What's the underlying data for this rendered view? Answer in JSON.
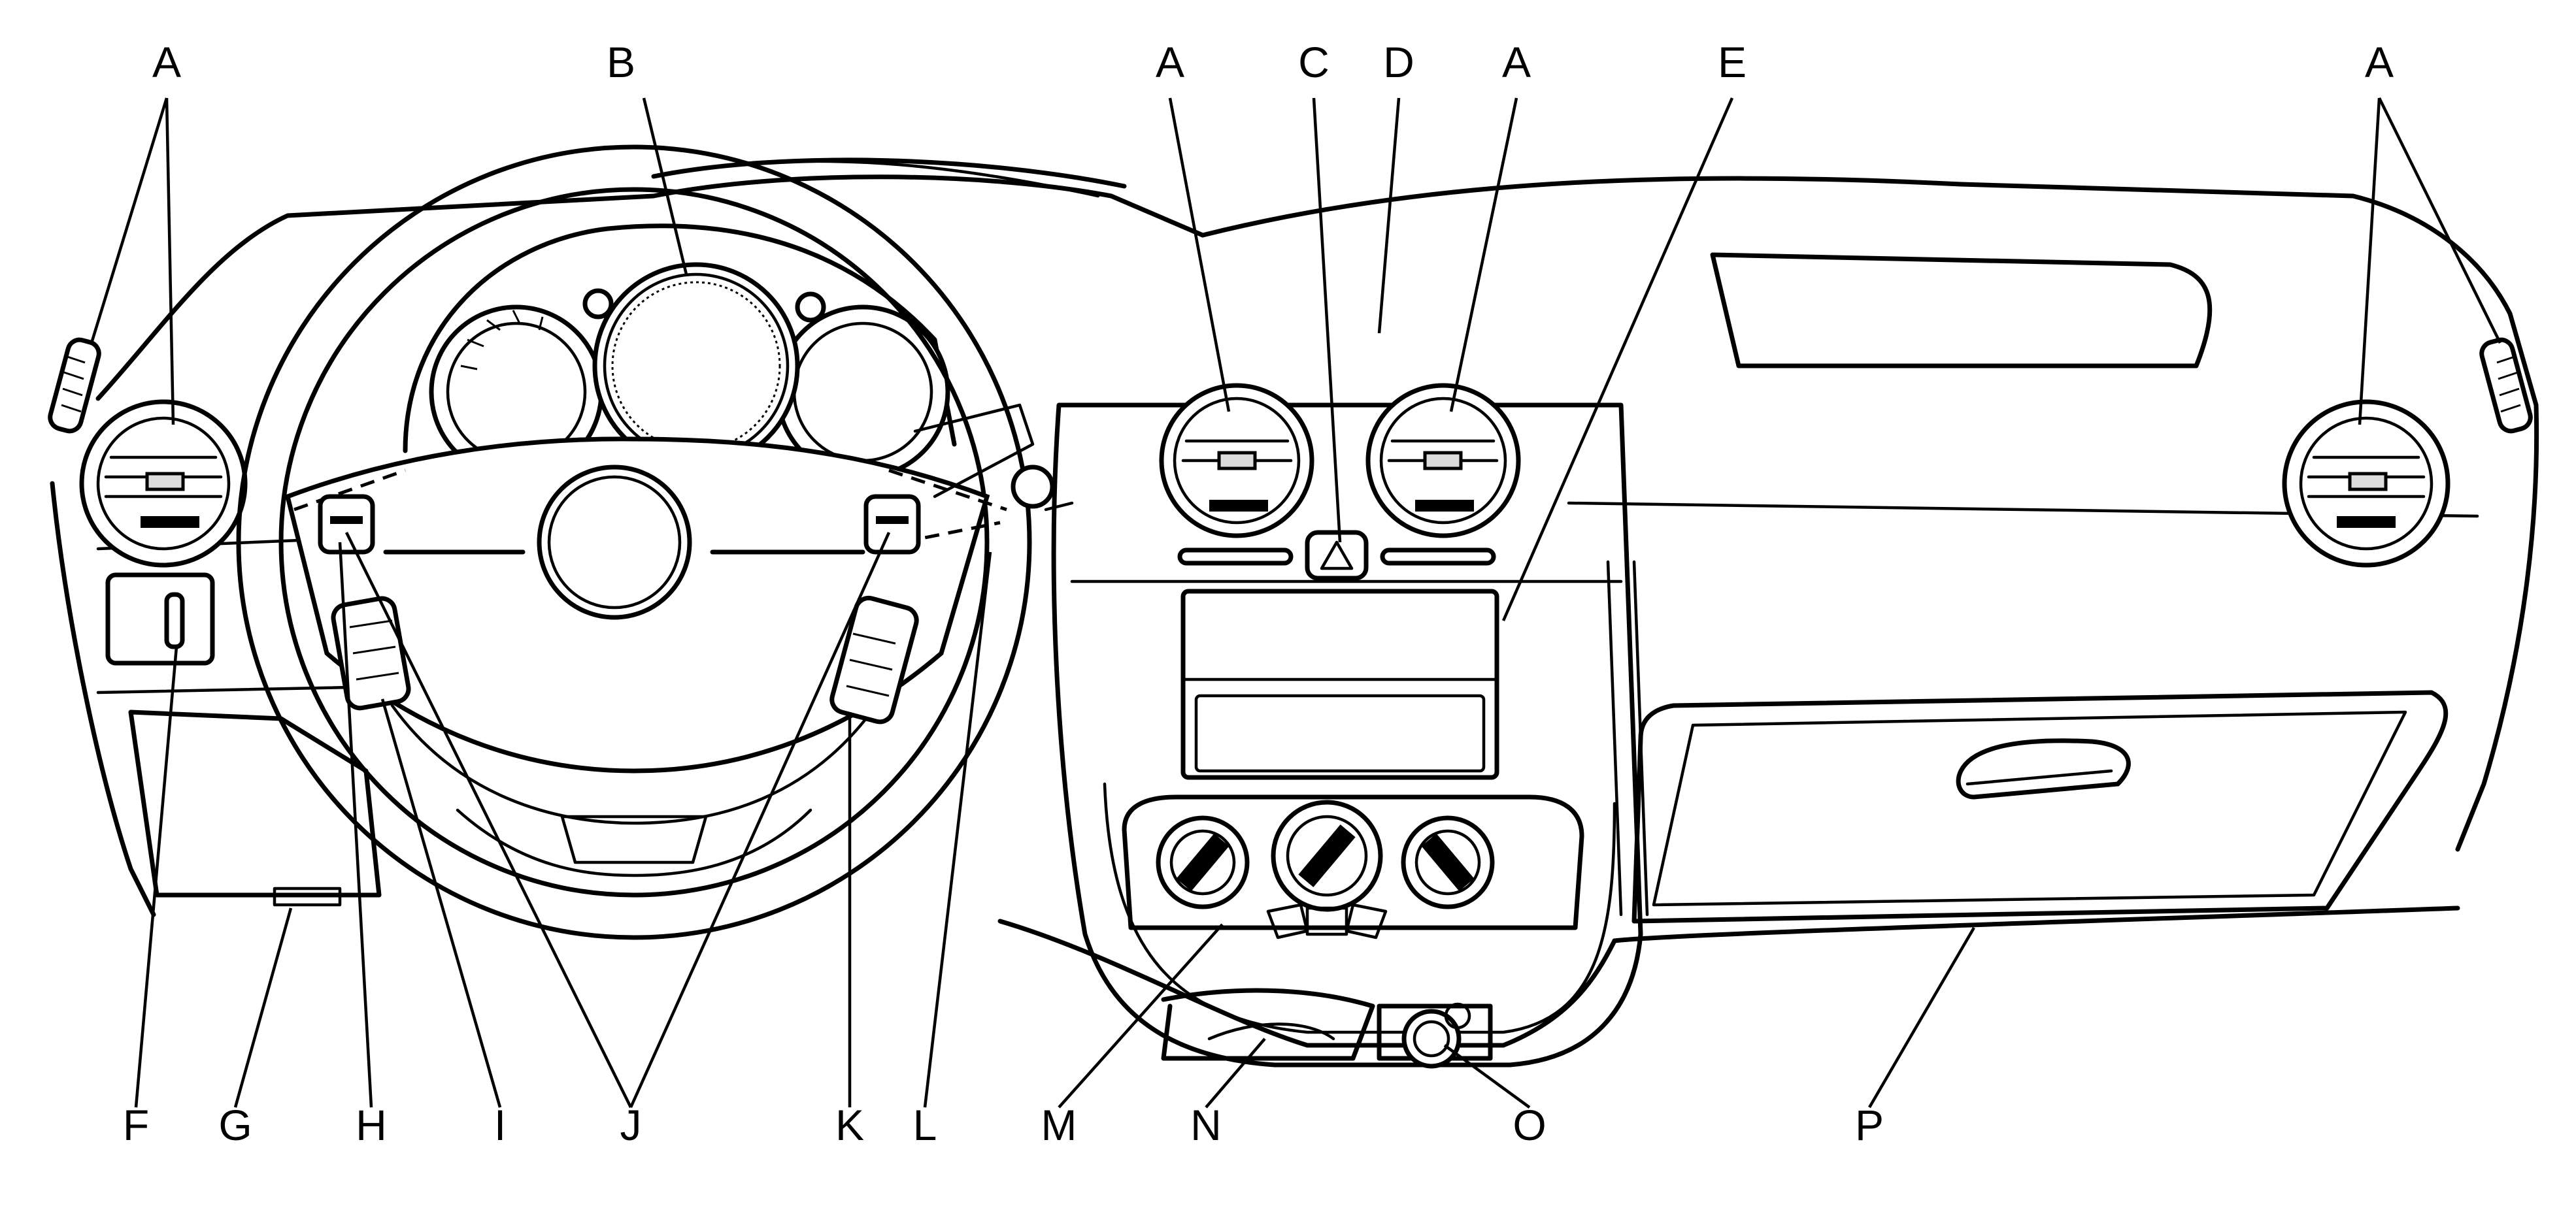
{
  "diagram": {
    "callouts": {
      "A": "A",
      "B": "B",
      "C": "C",
      "D": "D",
      "E": "E",
      "F": "F",
      "G": "G",
      "H": "H",
      "I": "I",
      "J": "J",
      "K": "K",
      "L": "L",
      "M": "M",
      "N": "N",
      "O": "O",
      "P": "P"
    }
  }
}
